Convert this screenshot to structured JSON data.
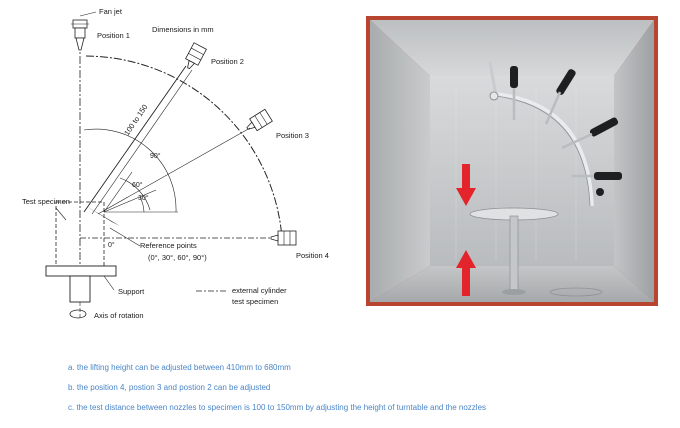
{
  "diagram": {
    "fan_jet": "Fan jet",
    "position_1": "Position 1",
    "dimensions": "Dimensions in mm",
    "position_2": "Position 2",
    "position_3": "Position 3",
    "position_4": "Position 4",
    "radius_label": "100 to 150",
    "angle_90": "90°",
    "angle_60": "60°",
    "angle_30": "30°",
    "angle_0": "0°",
    "test_specimen": "Test specimen",
    "reference_points": "Reference points",
    "reference_values": "(0°, 30°, 60°, 90°)",
    "support": "Support",
    "external_cylinder_1": "external cylinder",
    "external_cylinder_2": "test specimen",
    "axis_of_rotation": "Axis of rotation"
  },
  "notes": [
    "a. the lifting height can be adjusted between 410mm to 680mm",
    "b. the position 4, postion 3 and postion 2 can be adjusted",
    "c. the test distance between nozzles to specimen is 100 to 150mm by adjusting the height of turntable and the nozzles"
  ],
  "colors": {
    "note_text": "#4a86c8",
    "arrow": "#e3242b",
    "frame": "#c0392b"
  }
}
